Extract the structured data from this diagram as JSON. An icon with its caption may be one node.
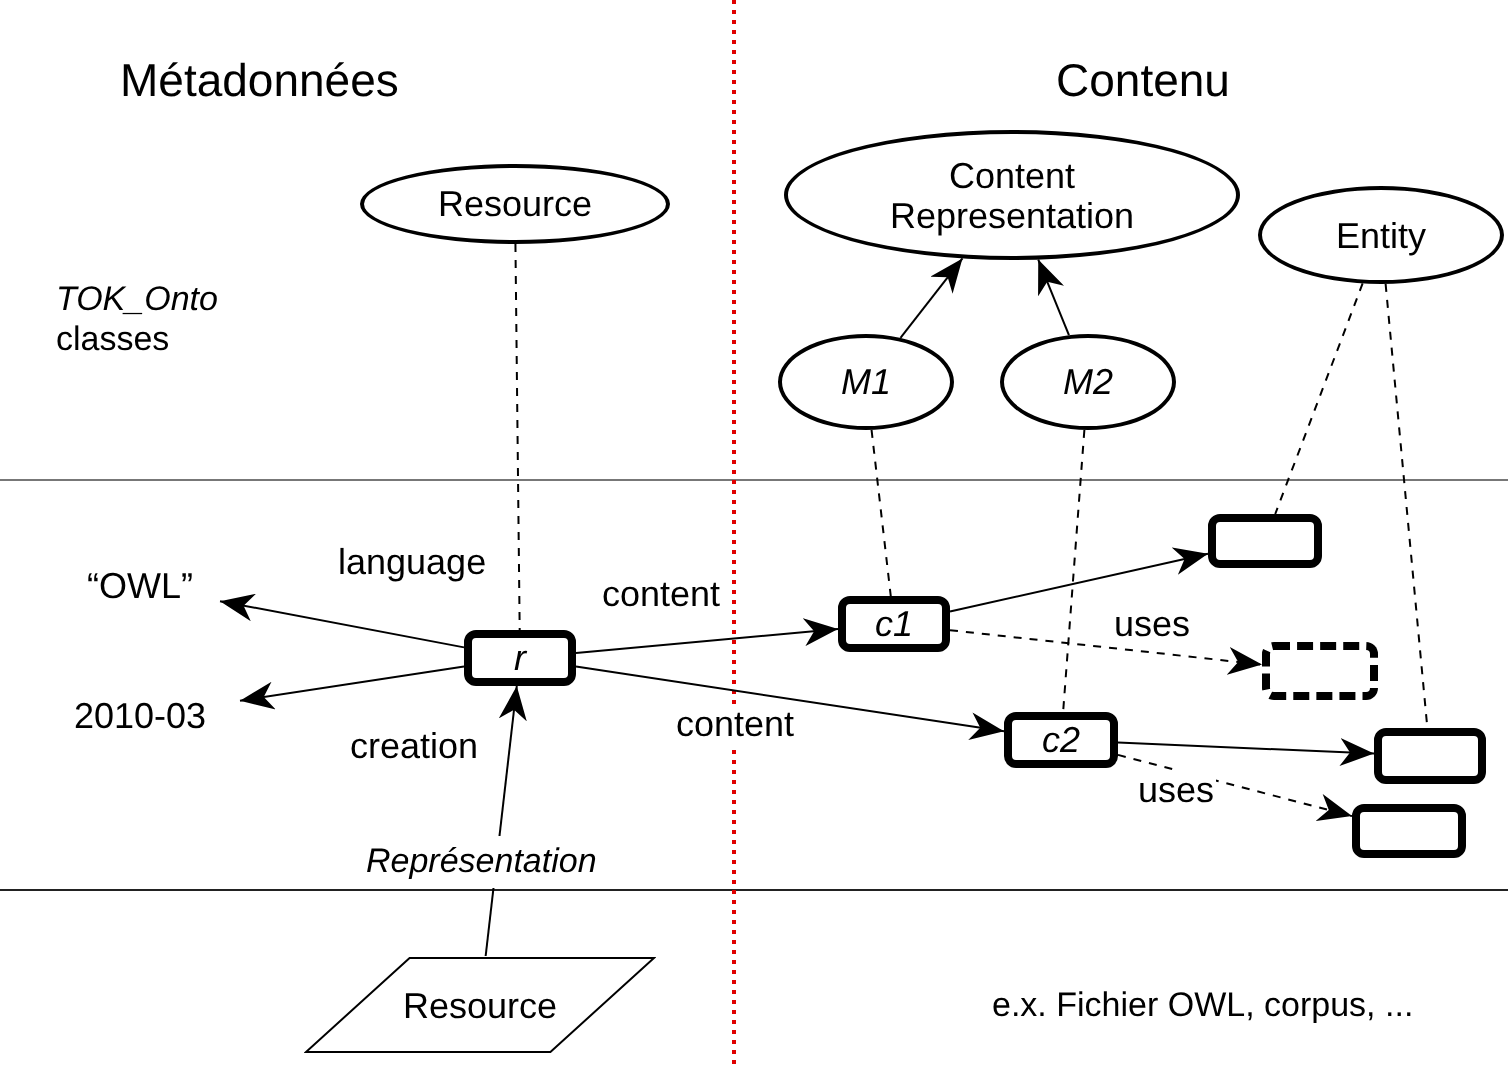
{
  "diagram": {
    "nodes": [
      {
        "text": [
          "Resource"
        ]
      },
      {
        "text": [
          "Content Representation"
        ]
      },
      {
        "text": [
          "Entity"
        ]
      },
      {
        "text": [
          "M1"
        ]
      },
      {
        "text": [
          "M2"
        ]
      },
      {
        "text": [
          "“OWL”"
        ]
      },
      {
        "text": [
          "2010-03"
        ]
      },
      {
        "text": [
          "r"
        ]
      },
      {
        "text": [
          "Resource"
        ]
      },
      {
        "text": [
          "c1"
        ]
      },
      {
        "text": [
          "c2"
        ]
      },
      {
        "text": [],
        "shape": "box"
      },
      {
        "text": [],
        "shape": "box"
      },
      {
        "text": [],
        "shape": "box"
      },
      {
        "text": [],
        "shape": "box"
      }
    ],
    "edges": [
      {
        "from": 7,
        "to": 5,
        "arrow": "to",
        "label": "language"
      },
      {
        "from": 7,
        "to": 6,
        "arrow": "to",
        "label": "creation"
      },
      {
        "from": 7,
        "to": 9,
        "arrow": "to",
        "label": "content"
      },
      {
        "from": 7,
        "to": 10,
        "arrow": "to",
        "label": "content"
      },
      {
        "from": 9,
        "to": 11,
        "arrow": "to"
      },
      {
        "from": 9,
        "to": 12,
        "arrow": "to",
        "label": "uses",
        "style": "dashed"
      },
      {
        "from": 10,
        "to": 13,
        "arrow": "to"
      },
      {
        "from": 10,
        "to": 14,
        "arrow": "to",
        "label": "uses",
        "style": "dashed"
      },
      {
        "from": 8,
        "to": 7,
        "arrow": "to"
      },
      {
        "from": 3,
        "to": 1,
        "arrow": "to"
      },
      {
        "from": 4,
        "to": 1,
        "arrow": "to"
      },
      {
        "from": 0,
        "to": 7,
        "arrow": "none",
        "style": "dashed"
      },
      {
        "from": 3,
        "to": 9,
        "arrow": "none",
        "style": "dashed"
      },
      {
        "from": 4,
        "to": 10,
        "arrow": "none",
        "style": "dashed"
      },
      {
        "from": 2,
        "to": 11,
        "arrow": "none",
        "style": "dashed"
      },
      {
        "from": 2,
        "to": 13,
        "arrow": "none",
        "style": "dashed"
      }
    ],
    "labels": [
      "Métadonnées",
      "Contenu",
      "*TOK_Onto* classes",
      "Représentation",
      "e.x. Fichier OWL, corpus, ..."
    ]
  }
}
